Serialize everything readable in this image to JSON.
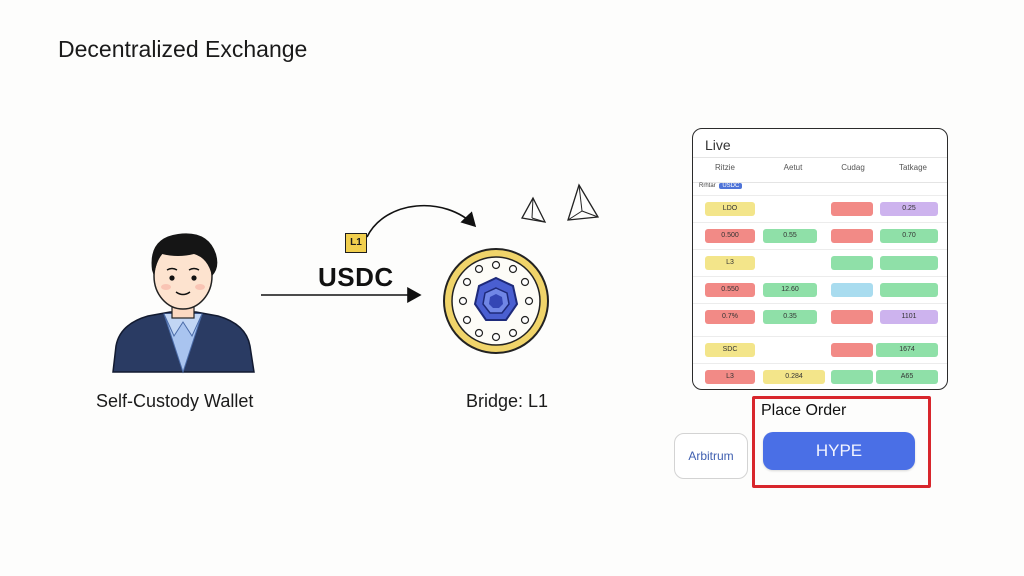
{
  "title": "Decentralized Exchange",
  "wallet": {
    "label": "Self-Custody Wallet"
  },
  "transfer": {
    "asset": "USDC",
    "badge": "L1"
  },
  "bridge": {
    "label": "Bridge: L1"
  },
  "panel": {
    "title": "Live",
    "headers": [
      "Ritzie",
      "Aetut",
      "Cudag",
      "Tatkage"
    ],
    "tag_prefix": "Rrhtar",
    "tag": "USDC",
    "rows": [
      [
        "LDO",
        "",
        "",
        "0.25"
      ],
      [
        "0.500",
        "0.55",
        "",
        "0.70"
      ],
      [
        "L3",
        "",
        "",
        ""
      ],
      [
        "0.550",
        "12.60",
        "",
        ""
      ],
      [
        "0.7%",
        "0.35",
        "",
        "1101"
      ],
      [
        "SDC",
        "",
        "",
        "1674"
      ],
      [
        "L3",
        "0.284",
        "",
        "A65"
      ]
    ]
  },
  "order": {
    "label": "Place Order",
    "primary_button": "HYPE",
    "secondary_button": "Arbitrum"
  },
  "colors": {
    "yellow": "#f3e58a",
    "red": "#f28a86",
    "green": "#8fe0a8",
    "purple": "#cdb3ee",
    "blue": "#a9dcef",
    "accent": "#4a6fe6",
    "highlight": "#d8262c"
  }
}
